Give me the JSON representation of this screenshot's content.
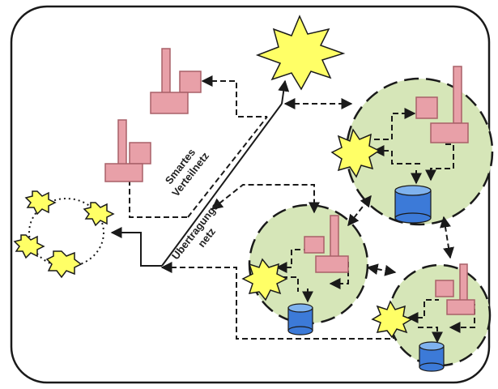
{
  "diagram": {
    "labels": {
      "distribution_network": [
        "Smartes",
        "Verteilnetz"
      ],
      "transmission_network": [
        "Übertragungs-",
        "netz"
      ]
    },
    "colors": {
      "background": "#ffffff",
      "frame": "#1a1a1a",
      "cell_fill": "#d6e6b8",
      "factory_fill": "#e8a0a8",
      "factory_stroke": "#a86068",
      "storage_fill": "#3c7ad8",
      "storage_top": "#7fb2ee",
      "burst_fill": "#ffff66",
      "line": "#1a1a1a"
    },
    "icons": [
      "factory-icon",
      "storage-icon",
      "burst-icon"
    ]
  }
}
